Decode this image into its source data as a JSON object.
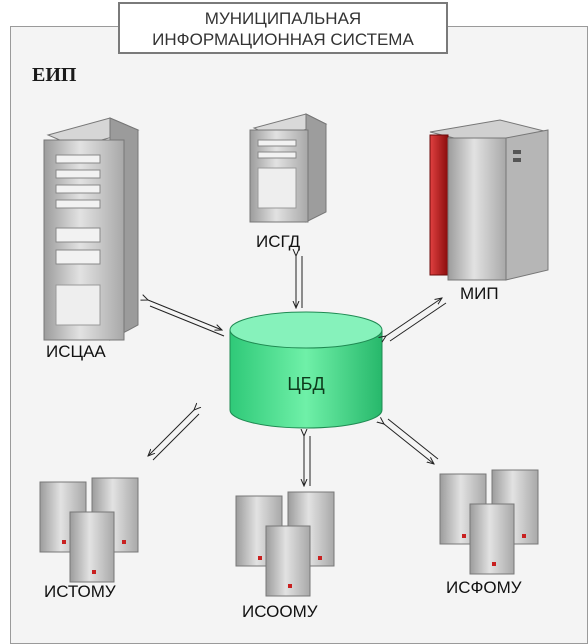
{
  "title": {
    "line1": "МУНИЦИПАЛЬНАЯ",
    "line2": "ИНФОРМАЦИОННАЯ СИСТЕМА"
  },
  "section_label": "ЕИП",
  "center_db": {
    "label": "ЦБД"
  },
  "nodes": {
    "iscaa": {
      "label": "ИСЦАА",
      "icon": "tower-server-icon"
    },
    "isgd": {
      "label": "ИСГД",
      "icon": "server-icon"
    },
    "mip": {
      "label": "МИП",
      "icon": "mainframe-icon"
    },
    "istomu": {
      "label": "ИСТОМУ",
      "icon": "server-cluster-icon"
    },
    "isoomu": {
      "label": "ИСООМУ",
      "icon": "server-cluster-icon"
    },
    "isfomu": {
      "label": "ИСФОМУ",
      "icon": "server-cluster-icon"
    }
  },
  "colors": {
    "db_fill": "#3fe08c",
    "db_top": "#7ff0b5",
    "mip_red": "#c81e1e",
    "server_gray": "#c9c9c9"
  }
}
